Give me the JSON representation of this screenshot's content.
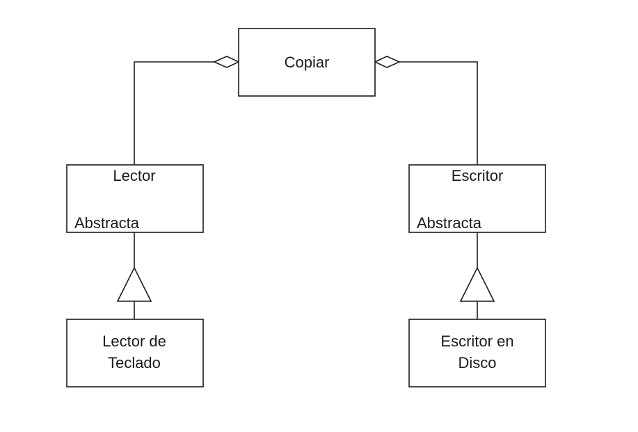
{
  "diagram": {
    "type": "uml-class-diagram",
    "classes": {
      "copiar": {
        "name": "Copiar"
      },
      "lector": {
        "name": "Lector",
        "stereotype": "Abstracta"
      },
      "escritor": {
        "name": "Escritor",
        "stereotype": "Abstracta"
      },
      "lector_teclado": {
        "name_line1": "Lector de",
        "name_line2": "Teclado"
      },
      "escritor_disco": {
        "name_line1": "Escritor en",
        "name_line2": "Disco"
      }
    },
    "relations": [
      {
        "type": "aggregation",
        "whole": "Copiar",
        "part": "Lector"
      },
      {
        "type": "aggregation",
        "whole": "Copiar",
        "part": "Escritor"
      },
      {
        "type": "generalization",
        "parent": "Lector",
        "child": "Lector de Teclado"
      },
      {
        "type": "generalization",
        "parent": "Escritor",
        "child": "Escritor en Disco"
      }
    ],
    "colors": {
      "stroke": "#1a1a1a",
      "fill": "#ffffff"
    }
  }
}
